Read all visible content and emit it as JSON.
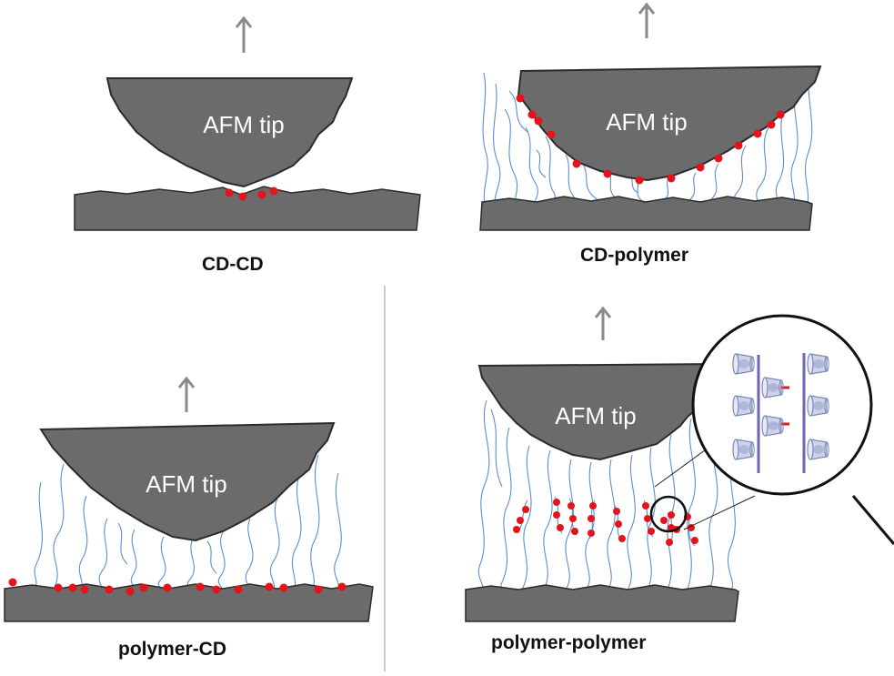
{
  "colors": {
    "tip_fill": "#6b6b6b",
    "tip_stroke": "#2b2b2b",
    "substrate_fill": "#6b6b6b",
    "chain": "#5b8fd0",
    "cd_dot": "#e3141b",
    "arrow": "#8a8a8a",
    "divider": "#9a9a9a",
    "cd_ring": "#8f9cc6",
    "axle": "#6f63b5",
    "label_text": "#111111",
    "tip_text": "#ffffff"
  },
  "panels": {
    "cd_cd": {
      "label": "CD-CD",
      "tip_label": "AFM tip"
    },
    "cd_polymer": {
      "label": "CD-polymer",
      "tip_label": "AFM tip"
    },
    "polymer_cd": {
      "label": "polymer-CD",
      "tip_label": "AFM tip"
    },
    "polymer_polymer": {
      "label": "polymer-polymer",
      "tip_label": "AFM tip"
    }
  },
  "icons": {
    "pull_arrow": "up-arrow-icon",
    "cyclodextrin": "cyclodextrin-ring-icon",
    "magnifier": "magnifier-inset-icon"
  }
}
